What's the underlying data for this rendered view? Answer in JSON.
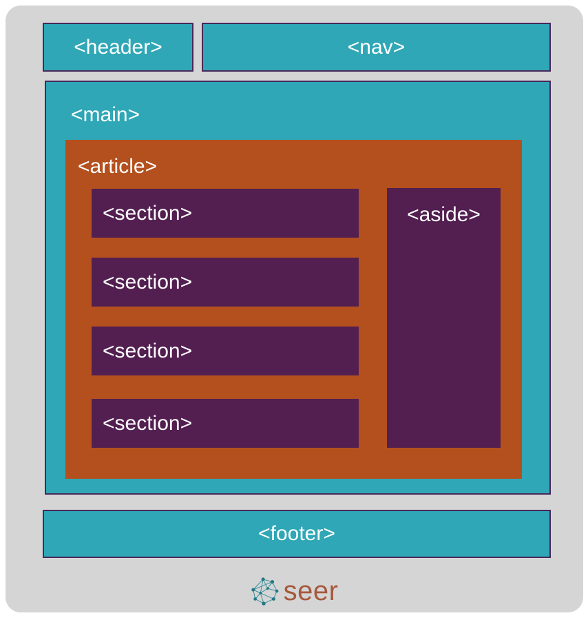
{
  "diagram": {
    "header_label": "<header>",
    "nav_label": "<nav>",
    "main_label": "<main>",
    "article_label": "<article>",
    "sections": [
      "<section>",
      "<section>",
      "<section>",
      "<section>"
    ],
    "aside_label": "<aside>",
    "footer_label": "<footer>"
  },
  "branding": {
    "logo_text": "seer",
    "logo_icon": "network-constellation-icon"
  },
  "colors": {
    "teal": "#2FA7B6",
    "orange": "#B4501E",
    "purple": "#521F50",
    "border": "#472859",
    "panel_bg": "#D6D5D6",
    "label_text": "#FFFFFF",
    "logo_text": "#A4593C",
    "logo_icon": "#2E8C96"
  }
}
